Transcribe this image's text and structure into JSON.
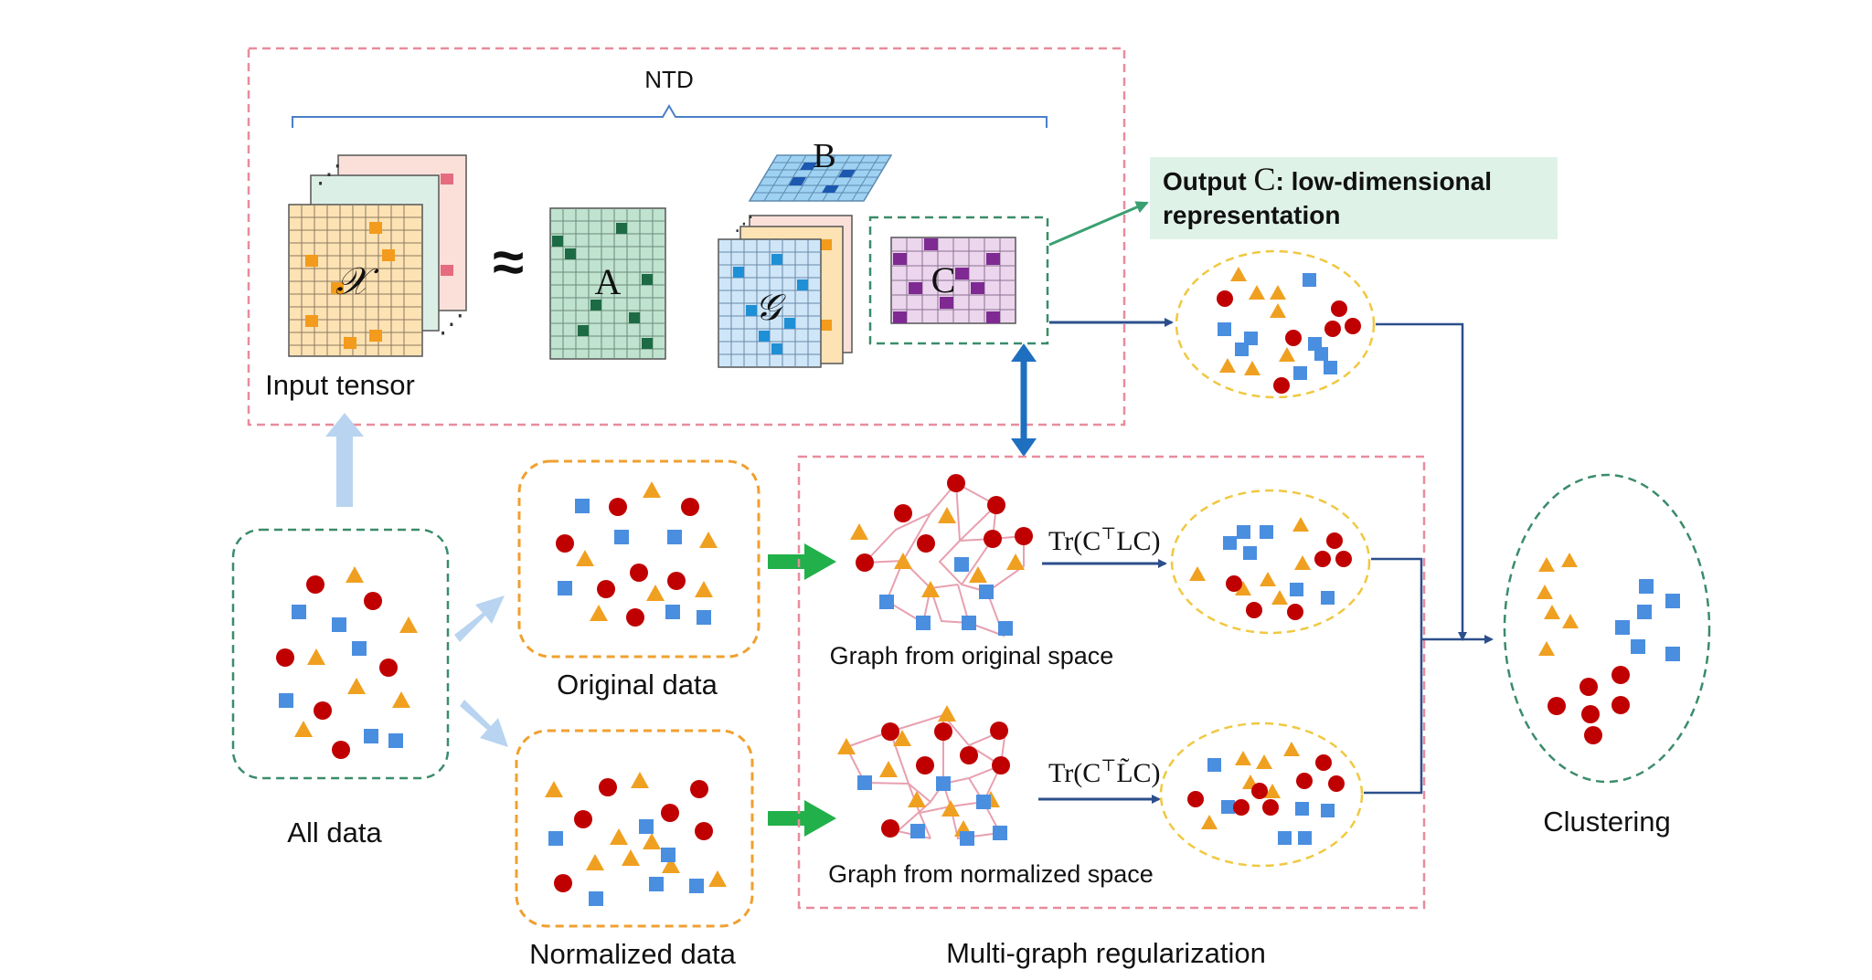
{
  "labels": {
    "ntd": "NTD",
    "input_tensor": "Input tensor",
    "approx": "≈",
    "x_symbol": "𝒳",
    "a_symbol": "A",
    "b_symbol": "B",
    "g_symbol": "𝒢",
    "c_symbol": "C",
    "output_prefix": "Output ",
    "output_c": "C",
    "output_suffix": ": low-dimensional",
    "output_line2": "representation",
    "all_data": "All data",
    "original_data": "Original data",
    "normalized_data": "Normalized data",
    "graph_original": "Graph from original space",
    "graph_normalized": "Graph from normalized space",
    "multi_graph": "Multi-graph regularization",
    "clustering": "Clustering",
    "tr1": "Tr(C",
    "tr1_sup": "⊤",
    "tr1_end": "LC)",
    "tr2": "Tr(C",
    "tr2_sup": "⊤",
    "tr2_end": "L̃C)"
  },
  "colors": {
    "red": "#c00000",
    "orange": "#f0a020",
    "blue": "#4a8ee0",
    "pink_dash": "#e88c9c",
    "green_dash": "#3a8c6a",
    "orange_dash": "#f0a030",
    "yellow_dash": "#f0c840",
    "navy": "#2c4f8c",
    "green_arrow": "#22b04a",
    "light_blue_arrow": "#b8d4f0",
    "output_bg": "#dff2e8"
  }
}
